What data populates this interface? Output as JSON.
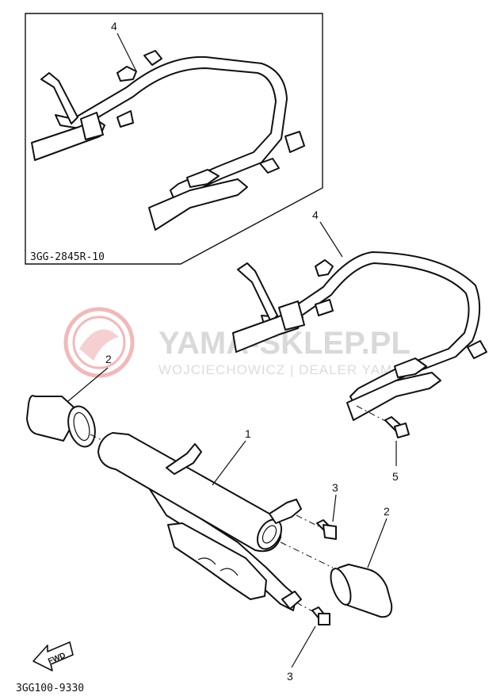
{
  "inset": {
    "code": "3GG-2845R-10",
    "callout": "4"
  },
  "main": {
    "code": "3GG100-9330",
    "callouts": {
      "frame_4": "4",
      "bumper_1": "1",
      "endcap_left_2": "2",
      "endcap_right_2": "2",
      "bolt_upper_3": "3",
      "bolt_lower_3": "3",
      "bolt_5": "5"
    },
    "fwd_arrow": "FWD"
  },
  "watermark": {
    "title": "YAMA-SKLEP.PL",
    "subtitle": "WOJCIECHOWICZ | DEALER YAMAHA"
  },
  "colors": {
    "line": "#111111",
    "watermark": "#d9d9d9",
    "logo": "#f2b8b8"
  }
}
